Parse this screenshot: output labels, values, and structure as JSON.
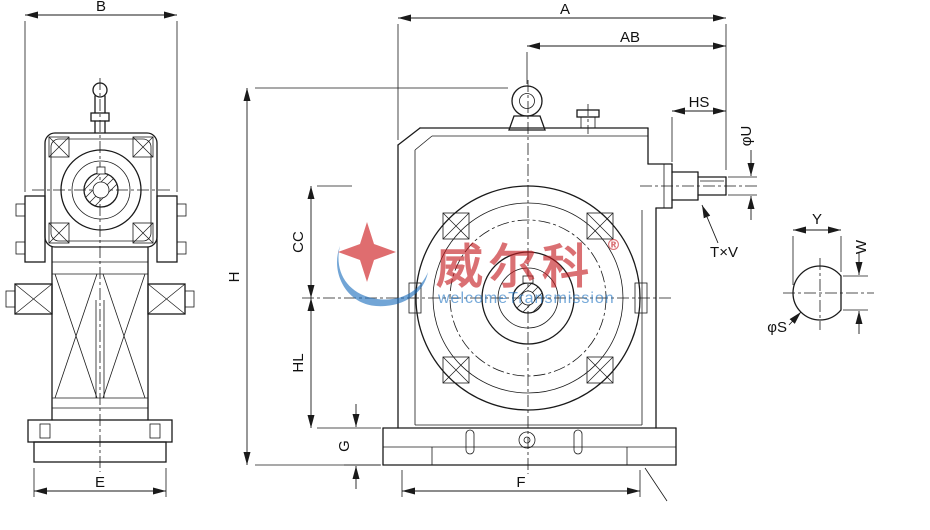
{
  "dims": {
    "B": "B",
    "E": "E",
    "A": "A",
    "AB": "AB",
    "HS": "HS",
    "phiU": "φU",
    "H": "H",
    "CC": "CC",
    "HL": "HL",
    "G": "G",
    "F": "F",
    "TxV": "T×V",
    "Y": "Y",
    "W": "W",
    "phiS": "φS"
  },
  "watermark": {
    "brand": "威尔科",
    "registered": "®",
    "subtitle": "welcomeTransmission",
    "brand_color": "#c41a1f",
    "subtitle_color": "#2476c2",
    "logo_blue": "#1d6fbd",
    "logo_red": "#cc1518"
  },
  "drawing": {
    "line_color": "#1a1a1a",
    "background": "#ffffff"
  }
}
